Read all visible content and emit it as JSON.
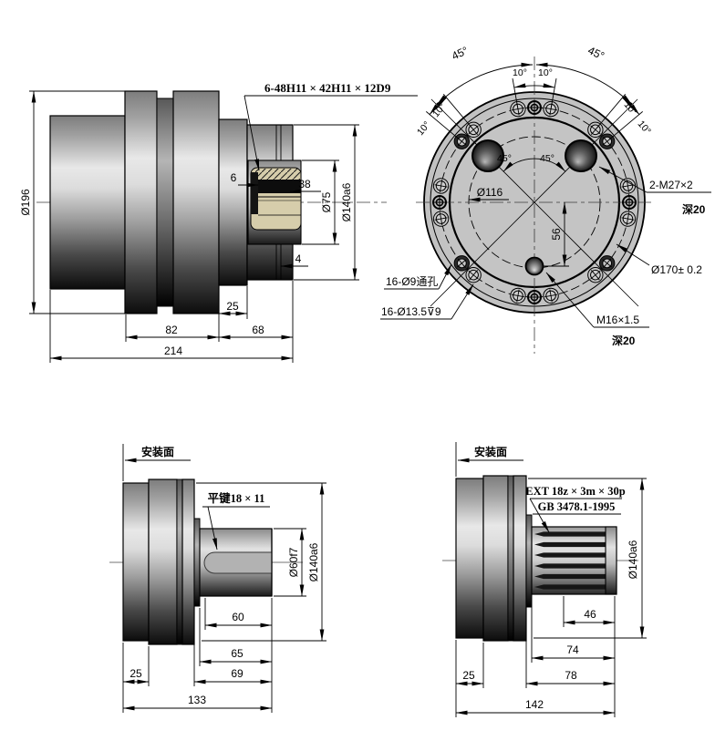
{
  "labels": {
    "mount_face": "安装面",
    "depth20": "深20"
  },
  "notes": {
    "spline_bore": "6-48H11 × 42H11 × 12D9",
    "flat_key": "平键18 × 11",
    "ext_spline": "EXT 18z × 3m × 30p",
    "ext_spline_std": "GB 3478.1-1995",
    "m27": "2-M27×2",
    "m16": "M16×1.5",
    "holes_through": "16-Ø9通孔",
    "holes_cbore": "16-Ø13.5⊽9",
    "pcd": "Ø170± 0.2",
    "bore_circle": "Ø116"
  },
  "angles": {
    "a45": "45°",
    "a10": "10°"
  },
  "side_view": {
    "od": "Ø196",
    "w6": "6",
    "w38": "38",
    "d75": "Ø75",
    "d140": "Ø140a6",
    "w4": "4",
    "w25": "25",
    "w82": "82",
    "w68": "68",
    "total": "214"
  },
  "front_view": {
    "offset56": "56"
  },
  "key_view": {
    "d60": "Ø60f7",
    "d140": "Ø140a6",
    "w60": "60",
    "w65": "65",
    "w69": "69",
    "w25": "25",
    "total": "133"
  },
  "spline_view": {
    "d140": "Ø140a6",
    "w46": "46",
    "w74": "74",
    "w78": "78",
    "w25": "25",
    "total": "142"
  }
}
